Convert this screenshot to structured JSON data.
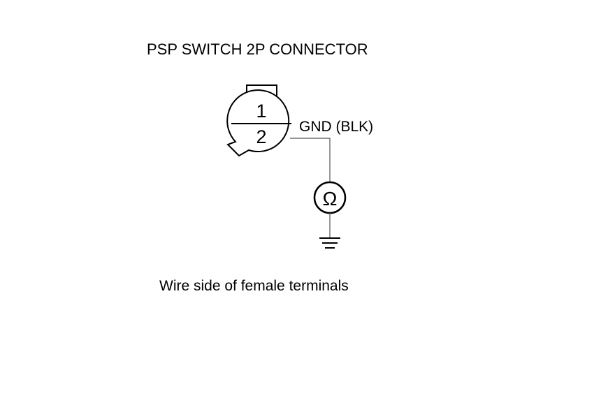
{
  "diagram": {
    "title": "PSP SWITCH 2P CONNECTOR",
    "connector": {
      "pins": [
        {
          "number": "1"
        },
        {
          "number": "2"
        }
      ]
    },
    "wire_label": "GND (BLK)",
    "meter_symbol": "Ω",
    "meter_icon": "ohmmeter-icon",
    "ground_icon": "ground-icon",
    "caption": "Wire side of female terminals"
  }
}
